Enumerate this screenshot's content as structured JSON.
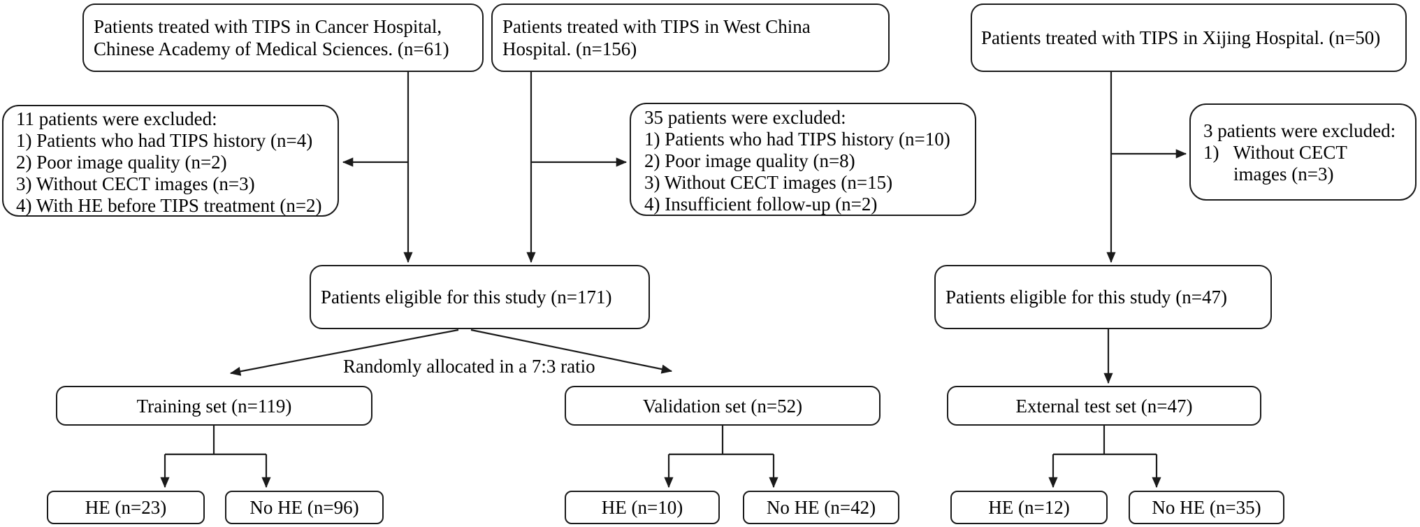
{
  "flowchart": {
    "top_boxes": [
      {
        "lines": [
          "Patients treated with TIPS in Cancer Hospital,",
          "Chinese Academy of Medical Sciences. (n=61)"
        ]
      },
      {
        "lines": [
          "Patients treated with TIPS in West China",
          "Hospital. (n=156)"
        ]
      },
      {
        "lines": [
          "Patients treated with TIPS in Xijing Hospital. (n=50)"
        ]
      }
    ],
    "exclusion_boxes": [
      {
        "lines": [
          "11 patients were excluded:",
          "1) Patients who had TIPS history (n=4)",
          "2) Poor image quality (n=2)",
          "3) Without CECT images (n=3)",
          "4) With HE before TIPS treatment (n=2)"
        ]
      },
      {
        "lines": [
          "35 patients were excluded:",
          "1) Patients who had TIPS history (n=10)",
          "2) Poor image quality (n=8)",
          "3) Without CECT images (n=15)",
          "4) Insufficient follow-up (n=2)"
        ]
      },
      {
        "lines": [
          "3 patients were excluded:",
          "1)   Without CECT",
          "images (n=3)"
        ]
      }
    ],
    "eligible_boxes": [
      {
        "label": "Patients eligible for this study (n=171)"
      },
      {
        "label": "Patients eligible for this study (n=47)"
      }
    ],
    "allocation_label": "Randomly allocated in a 7:3 ratio",
    "set_boxes": [
      {
        "label": "Training set (n=119)"
      },
      {
        "label": "Validation set (n=52)"
      },
      {
        "label": "External test set (n=47)"
      }
    ],
    "outcome_boxes": [
      {
        "label": "HE (n=23)"
      },
      {
        "label": "No HE (n=96)"
      },
      {
        "label": "HE (n=10)"
      },
      {
        "label": "No HE (n=42)"
      },
      {
        "label": "HE (n=12)"
      },
      {
        "label": "No HE (n=35)"
      }
    ],
    "colors": {
      "line": "#1a1a1a",
      "box_border": "#1a1a1a",
      "text": "#000000",
      "background": "#ffffff"
    }
  }
}
